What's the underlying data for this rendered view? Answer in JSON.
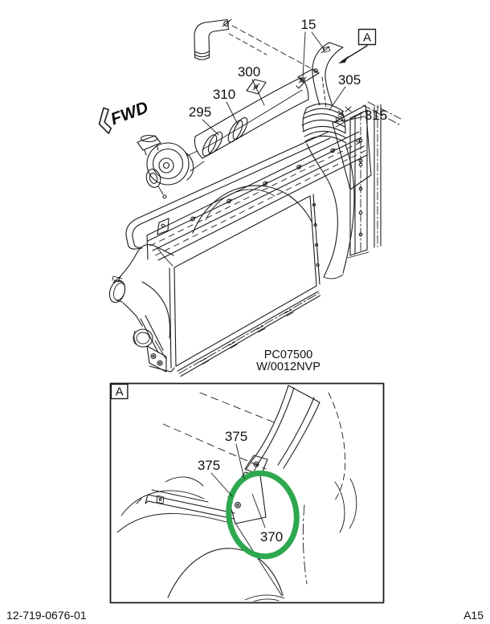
{
  "page": {
    "background": "#ffffff",
    "line_color": "#1c1c1c"
  },
  "main_view": {
    "fwd_label": "FWD",
    "view_ref_label": "A",
    "callouts": [
      {
        "part": "15"
      },
      {
        "part": "300"
      },
      {
        "part": "310"
      },
      {
        "part": "295"
      },
      {
        "part": "305"
      },
      {
        "part": "315"
      }
    ],
    "print_code_line1": "PC07500",
    "print_code_line2": "W/0012NVP"
  },
  "detail_view": {
    "box_label": "A",
    "callouts": [
      {
        "part": "375"
      },
      {
        "part": "375"
      },
      {
        "part": "370"
      }
    ],
    "highlight_color": "#2ea84f"
  },
  "footer": {
    "document_number": "12-719-0676-01",
    "page_code": "A15"
  }
}
